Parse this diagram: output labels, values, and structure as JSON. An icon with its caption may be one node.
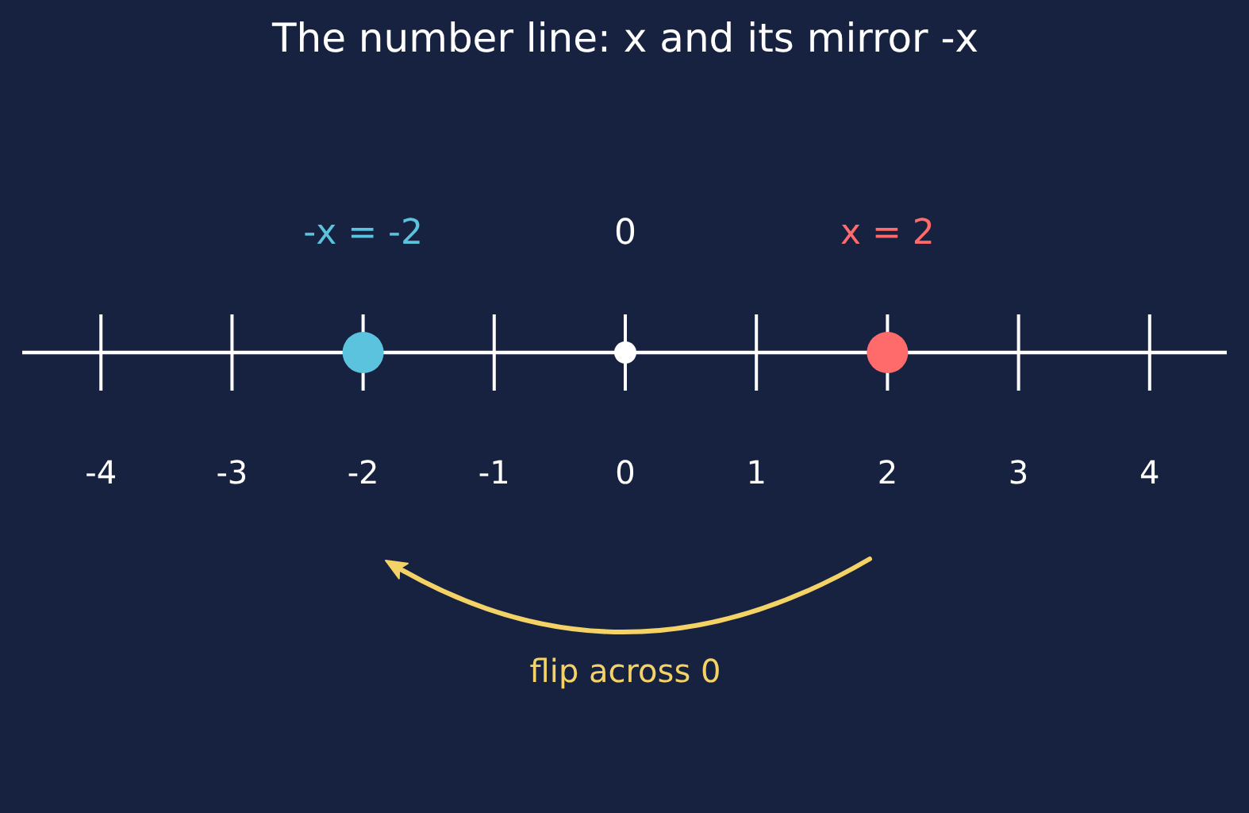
{
  "diagram": {
    "title": "The number line: x and its mirror -x",
    "labels": [
      "-x = -2",
      "0",
      "x = 2",
      "-4",
      "-3",
      "-2",
      "-1",
      "0",
      "1",
      "2",
      "3",
      "4",
      "flip across 0"
    ]
  }
}
